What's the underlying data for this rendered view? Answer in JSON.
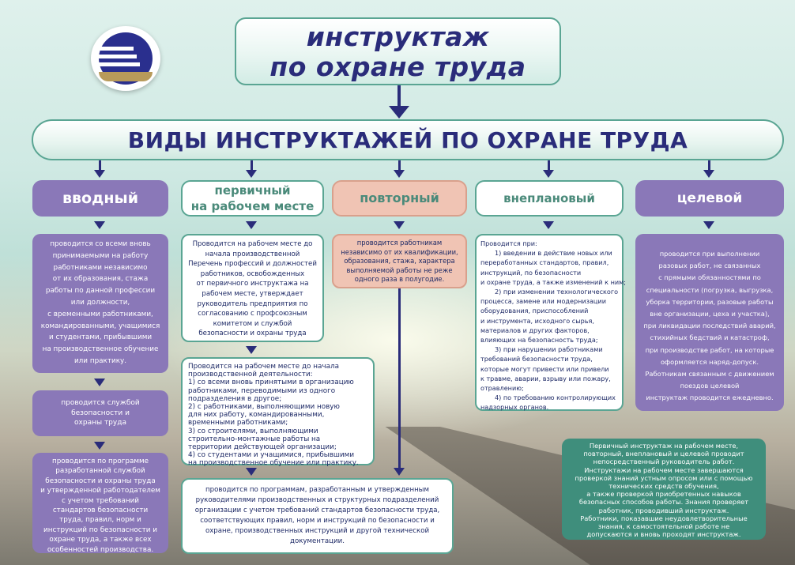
{
  "title": {
    "line1": "инструктаж",
    "line2": "по охране труда"
  },
  "main_heading": "ВИДЫ ИНСТРУКТАЖЕЙ ПО ОХРАНЕ ТРУДА",
  "columns": [
    {
      "id": "vvodny",
      "header": [
        "вводный"
      ]
    },
    {
      "id": "pervichny",
      "header": [
        "первичный",
        "на рабочем месте"
      ]
    },
    {
      "id": "povtorny",
      "header": [
        "повторный"
      ]
    },
    {
      "id": "vneplanovy",
      "header": [
        "внеплановый"
      ]
    },
    {
      "id": "celevoy",
      "header": [
        "целевой"
      ]
    }
  ],
  "boxes": {
    "vvodny_1": [
      "проводится со всеми вновь",
      "принимаемыми на работу",
      "работниками независимо",
      "от их образования, стажа",
      "работы по данной профессии",
      "или должности,",
      "с временными работниками,",
      "командированными, учащимися",
      "и студентами, прибывшими",
      "на производственное обучение",
      "или практику."
    ],
    "vvodny_2": [
      "проводится службой",
      "безопасности и",
      "охраны труда"
    ],
    "vvodny_3": [
      "проводится по программе",
      "разработанной службой",
      "безопасности и охраны труда",
      "и утвержденной работодателем",
      "с учетом требований",
      "стандартов безопасности",
      "труда, правил, норм и",
      "инструкций по безопасности и",
      "охране труда, а также всех",
      "особенностей производства."
    ],
    "pervichny_1": [
      "Проводится на рабочем месте до",
      "начала производственной",
      "Перечень профессий и должностей",
      "работников, освобожденных",
      "от первичного инструктажа на",
      "рабочем месте, утверждает",
      "руководитель предприятия по",
      "согласованию с профсоюзным",
      "комитетом и службой",
      "безопасности и охраны труда"
    ],
    "pervichny_2": [
      "Проводится на рабочем месте до начала",
      "производственной деятельности:",
      "1) со всеми вновь принятыми в организацию",
      "работниками, переводимыми из одного",
      "подразделения в другое;",
      "2) с работниками, выполняющими новую",
      "для них работу, командированными,",
      "временными работниками;",
      "3) со строителями, выполняющими",
      "строительно-монтажные работы на",
      "территории действующей организации;",
      "4) со студентами и учащимися, прибывшими",
      "на производственное обучение или практику."
    ],
    "povtorny_1": [
      "проводится работникам",
      "независимо от их квалификации,",
      "образования, стажа, характера",
      "выполняемой работы не реже",
      "одного раза в полугодие."
    ],
    "vneplanovy_1": [
      "Проводится при:",
      "1) введении в действие новых или",
      "переработанных стандартов, правил,",
      "инструкций, по безопасности",
      "и охране труда, а также изменений к ним;",
      "2) при изменении технологического",
      "процесса, замене или модернизации",
      "оборудования, приспособлений",
      "и инструмента, исходного сырья,",
      "материалов и других факторов,",
      "влияющих на безопасность труда;",
      "3) при нарушении работниками",
      "требований безопасности труда,",
      "которые могут привести или привели",
      "к травме, аварии, взрыву или пожару,",
      "отравлению;",
      "4) по требованию контролирующих",
      "надзорных органов."
    ],
    "celevoy_1": [
      "проводится при выполнении",
      "разовых работ, не связанных",
      "с прямыми обязанностями по",
      "специальности (погрузка, выгрузка,",
      "уборка территории, разовые работы",
      "вне организации, цеха и участка),",
      "при ликвидации последствий аварий,",
      "стихийных бедствий и катастроф,",
      "при производстве работ, на которые",
      "оформляется наряд-допуск.",
      "Работникам связанным с движением",
      "поездов целевой",
      "инструктаж проводится ежедневно."
    ],
    "bottom_center": [
      "проводится по программам, разработанным и утвержденным",
      "руководителями производственных и структурных подразделений",
      "организации с учетом требований стандартов безопасности труда,",
      "соответствующих правил, норм и инструкций по безопасности и",
      "охране, производственных инструкций и другой технической",
      "документации."
    ],
    "note": [
      "Первичный инструктаж на рабочем месте,",
      "повторный, внеплановый и целевой проводит",
      "непосредственный руководитель работ.",
      "Инструктажи на рабочем месте завершаются",
      "проверкой знаний устным опросом или с помощью",
      "технических средств обучения,",
      "а также проверкой приобретенных навыков",
      "безопасных способов работы. Знания проверяет",
      "работник, проводивший инструктаж.",
      "Работники, показавшие неудовлетворительные",
      "знания, к самостоятельной работе не",
      "допускаются и вновь проходят инструктаж."
    ]
  },
  "colors": {
    "title_text": "#2a2c7a",
    "purple": "#8a78b8",
    "teal": "#3f8e7c",
    "salmon": "#f0c4b4",
    "border_green": "#5aa593",
    "connector": "#2a2c7a"
  },
  "icons": {
    "logo": "railway-logo"
  }
}
